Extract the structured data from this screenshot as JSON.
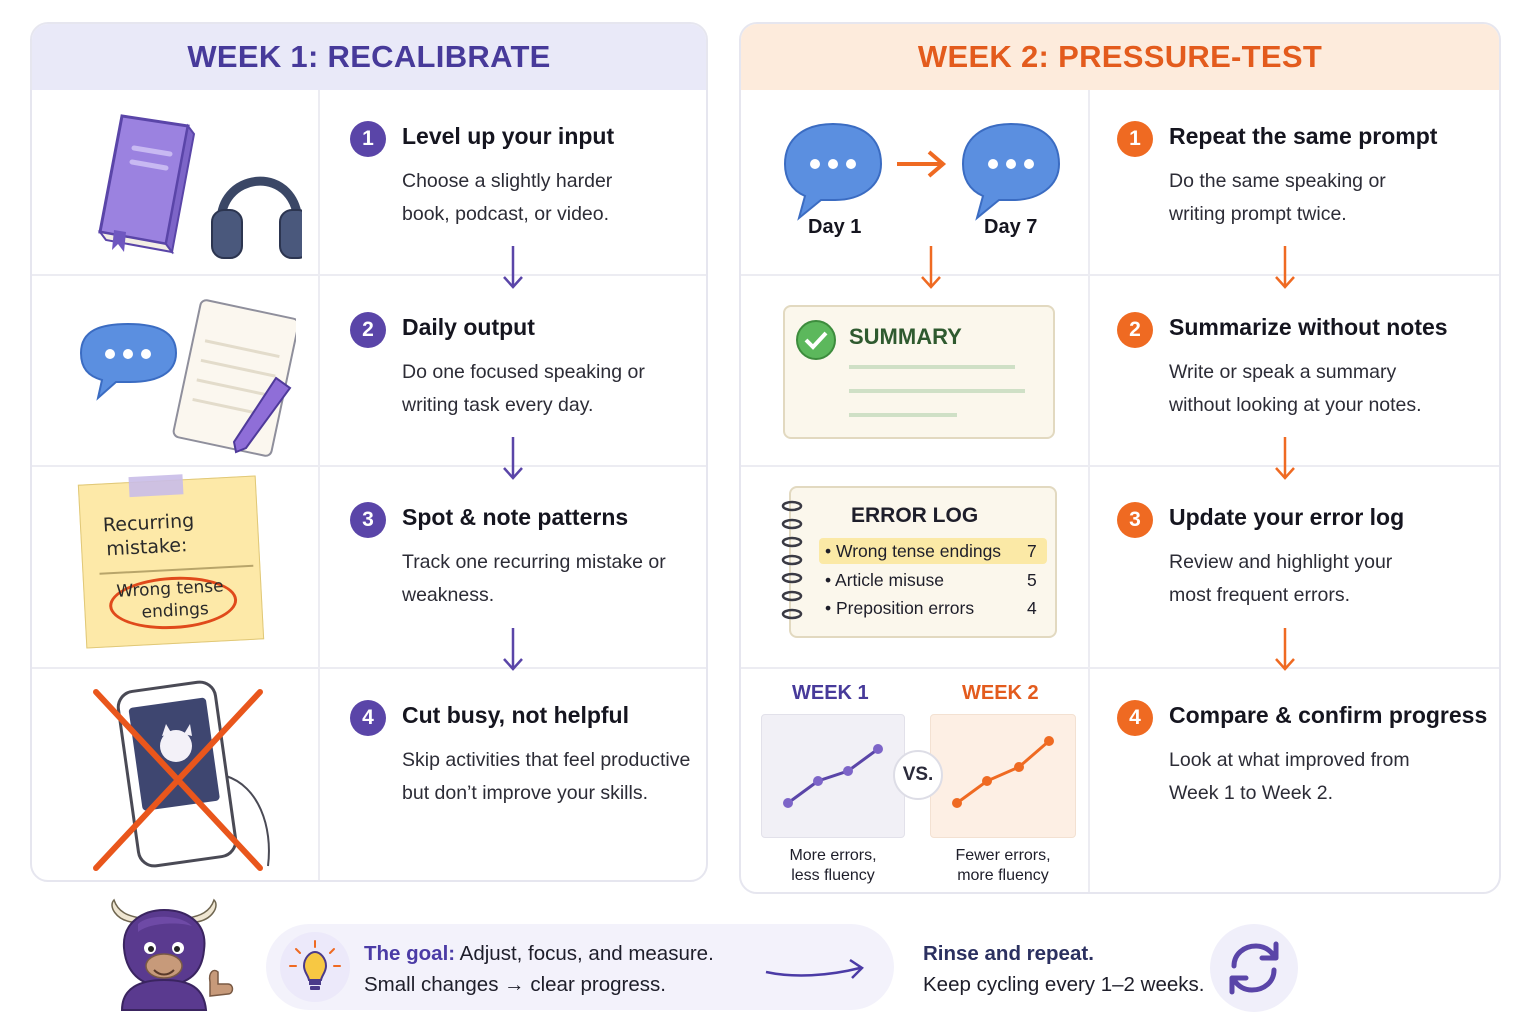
{
  "week1": {
    "title": "WEEK 1: RECALIBRATE",
    "steps": [
      {
        "num": "1",
        "title": "Level up your input",
        "desc": "Choose a slightly harder book, podcast, or video."
      },
      {
        "num": "2",
        "title": "Daily output",
        "desc": "Do one focused speaking or writing task every day."
      },
      {
        "num": "3",
        "title": "Spot & note patterns",
        "desc": "Track one recurring mistake or weakness."
      },
      {
        "num": "4",
        "title": "Cut busy, not helpful",
        "desc": "Skip activities that feel productive but don’t improve your skills."
      }
    ],
    "sticky_note": {
      "line1": "Recurring",
      "line2": "mistake:",
      "circled1": "Wrong tense",
      "circled2": "endings"
    }
  },
  "week2": {
    "title": "WEEK 2: PRESSURE-TEST",
    "steps": [
      {
        "num": "1",
        "title": "Repeat the same prompt",
        "desc": "Do the same speaking or writing prompt twice."
      },
      {
        "num": "2",
        "title": "Summarize without notes",
        "desc": "Write or speak a summary without looking at your notes."
      },
      {
        "num": "3",
        "title": "Update your error log",
        "desc": "Review and highlight your most frequent errors."
      },
      {
        "num": "4",
        "title": "Compare & confirm progress",
        "desc": "Look at what improved from Week 1 to Week 2."
      }
    ],
    "bubbles": {
      "day1": "Day 1",
      "day7": "Day 7"
    },
    "summary_card": {
      "title": "SUMMARY"
    },
    "error_log": {
      "title": "ERROR LOG",
      "items": [
        {
          "label": "• Wrong tense endings",
          "count": "7"
        },
        {
          "label": "• Article misuse",
          "count": "5"
        },
        {
          "label": "• Preposition errors",
          "count": "4"
        }
      ]
    },
    "compare": {
      "left_title": "WEEK 1",
      "right_title": "WEEK 2",
      "vs": "VS.",
      "left_caption1": "More errors,",
      "left_caption2": "less fluency",
      "right_caption1": "Fewer errors,",
      "right_caption2": "more fluency"
    }
  },
  "footer": {
    "goal_label": "The goal:",
    "goal_text": " Adjust, focus, and measure.",
    "goal_line2": "Small changes → clear progress.",
    "rinse_title": "Rinse and repeat.",
    "rinse_text": "Keep cycling every 1–2 weeks."
  },
  "colors": {
    "purple": "#5a45a8",
    "orange": "#ef6a22",
    "blue": "#5b8fe0"
  }
}
